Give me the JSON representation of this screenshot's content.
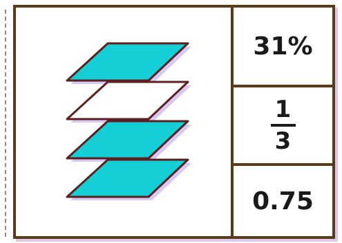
{
  "figure": {
    "layers_total": 4,
    "layers_shaded": 3,
    "shaded_pattern_top_to_bottom": [
      true,
      false,
      true,
      true
    ],
    "shade_color": "#14cfd6",
    "outline_color": "#5c1e1e",
    "shadow_color": "#d8c8f4"
  },
  "options": {
    "a": "31%",
    "b_numerator": "1",
    "b_denominator": "3",
    "c": "0.75"
  },
  "colors": {
    "frame": "#5c3a17"
  }
}
